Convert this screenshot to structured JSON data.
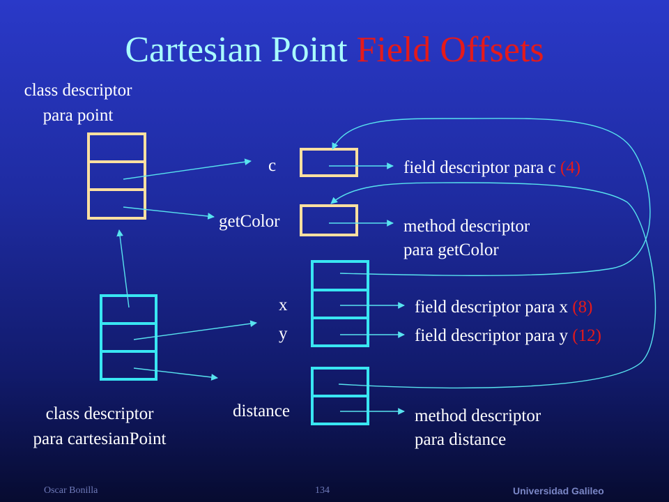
{
  "title": {
    "part1": "Cartesian Point",
    "part2": "Field Offsets"
  },
  "labels": {
    "point_descriptor": [
      "class descriptor",
      "para point"
    ],
    "cartesian_descriptor": [
      "class descriptor",
      "para cartesianPoint"
    ],
    "c": "c",
    "getColor": "getColor",
    "x": "x",
    "y": "y",
    "distance": "distance"
  },
  "descriptors": {
    "field_c": {
      "text": "field descriptor para c",
      "offset": "(4)"
    },
    "method_getColor": [
      "method descriptor",
      "para getColor"
    ],
    "field_x": {
      "text": "field descriptor para x",
      "offset": "(8)"
    },
    "field_y": {
      "text": "field descriptor para y",
      "offset": "(12)"
    },
    "method_distance": [
      "method descriptor",
      "para distance"
    ]
  },
  "footer": {
    "author": "Oscar Bonilla",
    "page": "134",
    "org": "Universidad Galileo"
  },
  "colors": {
    "title": "#a9fdfd",
    "accent": "#e51a1a",
    "point_box": "#fde0a0",
    "cartesian_box": "#39e6f2",
    "arrow": "#58e3ef",
    "text": "#ffffff"
  }
}
